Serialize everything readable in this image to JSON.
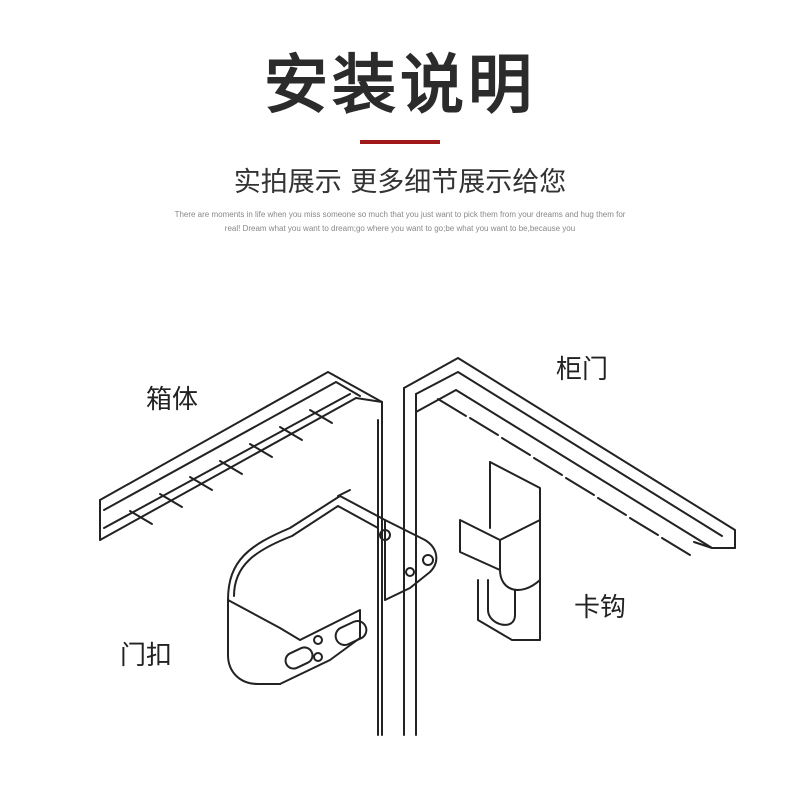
{
  "header": {
    "title": "安装说明",
    "accent_color": "#a11818",
    "subtitle": "实拍展示 更多细节展示给您",
    "blurb_line1": "There are moments in life when you miss someone so much that you just want to pick them from your dreams and hug them for",
    "blurb_line2": "real! Dream what you want to dream;go where you want to go;be what you want to be,because you"
  },
  "diagram": {
    "labels": {
      "cabinet_body": "箱体",
      "cabinet_door": "柜门",
      "door_latch": "门扣",
      "hook": "卡钩"
    }
  }
}
